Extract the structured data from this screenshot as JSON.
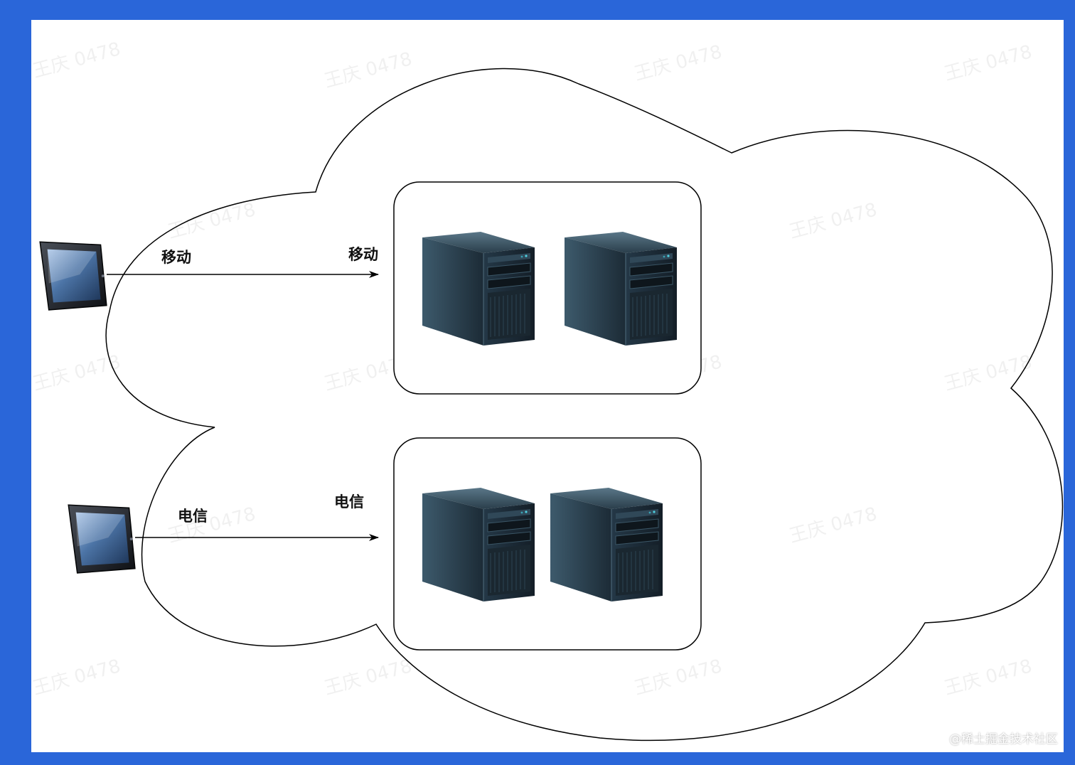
{
  "labels": {
    "mobile_edge": "移动",
    "mobile_cluster": "移动",
    "telecom_edge": "电信",
    "telecom_cluster": "电信"
  },
  "watermark": "王庆 0478",
  "credit": "@稀土掘金技术社区",
  "icons": {
    "client": "tablet-icon",
    "server": "server-tower-icon"
  },
  "colors": {
    "frame": "#2a66d9",
    "canvas": "#ffffff",
    "stroke": "#000000",
    "server_body": "#1b2a36"
  }
}
